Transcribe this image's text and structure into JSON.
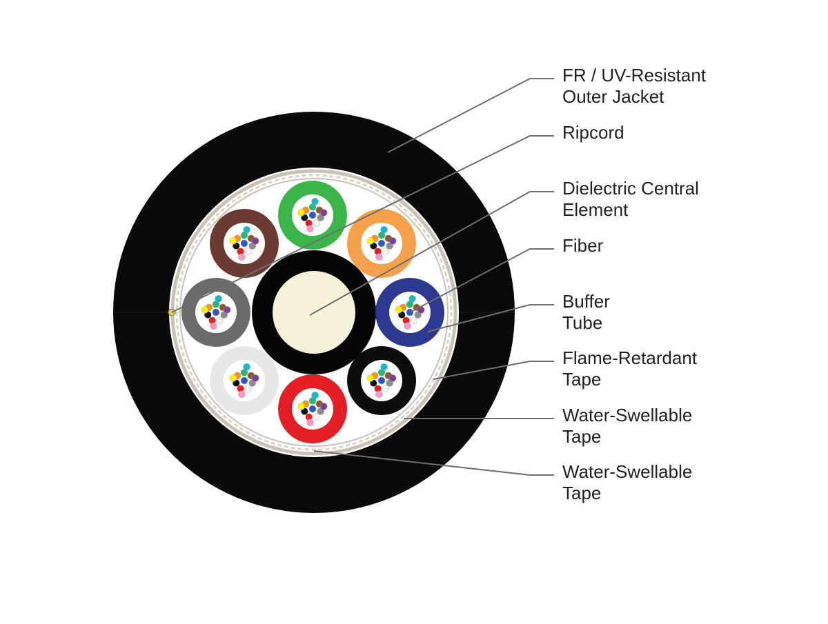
{
  "labels": [
    {
      "id": "outer-jacket",
      "lines": [
        "FR / UV-Resistant",
        "Outer Jacket"
      ]
    },
    {
      "id": "ripcord",
      "lines": [
        "Ripcord"
      ]
    },
    {
      "id": "central-element",
      "lines": [
        "Dielectric Central",
        "Element"
      ]
    },
    {
      "id": "fiber",
      "lines": [
        "Fiber"
      ]
    },
    {
      "id": "buffer-tube",
      "lines": [
        "Buffer",
        "Tube"
      ]
    },
    {
      "id": "flame-retardant-tape",
      "lines": [
        "Flame-Retardant",
        "Tape"
      ]
    },
    {
      "id": "water-swellable-tape-1",
      "lines": [
        "Water-Swellable",
        "Tape"
      ]
    },
    {
      "id": "water-swellable-tape-2",
      "lines": [
        "Water-Swellable",
        "Tape"
      ]
    }
  ],
  "colors": {
    "jacket": "#0a0a0a",
    "core_fill": "#ffffff",
    "tape": "#c9c2b4",
    "central_element": "#f6f1d9",
    "leader_line": "#6d6e71",
    "label_text": "#231f20"
  },
  "buffer_tubes": [
    {
      "name": "green-tube",
      "color": "#3bb54a"
    },
    {
      "name": "orange-tube",
      "color": "#f5a04a"
    },
    {
      "name": "blue-tube",
      "color": "#2b3990"
    },
    {
      "name": "black-tube",
      "color": "#0d0d0d"
    },
    {
      "name": "red-tube",
      "color": "#e31e25"
    },
    {
      "name": "white-tube",
      "color": "#e6e7e8"
    },
    {
      "name": "slate-tube",
      "color": "#6b6b6b"
    },
    {
      "name": "brown-tube",
      "color": "#6b3b32"
    }
  ],
  "fiber_colors": [
    "#2b59c3",
    "#f7941d",
    "#2bb673",
    "#8b5a2b",
    "#8a8c8e",
    "#f2f2f2",
    "#e31e25",
    "#111111",
    "#fff200",
    "#7f3f98",
    "#f49ac2",
    "#1bb7c9"
  ]
}
